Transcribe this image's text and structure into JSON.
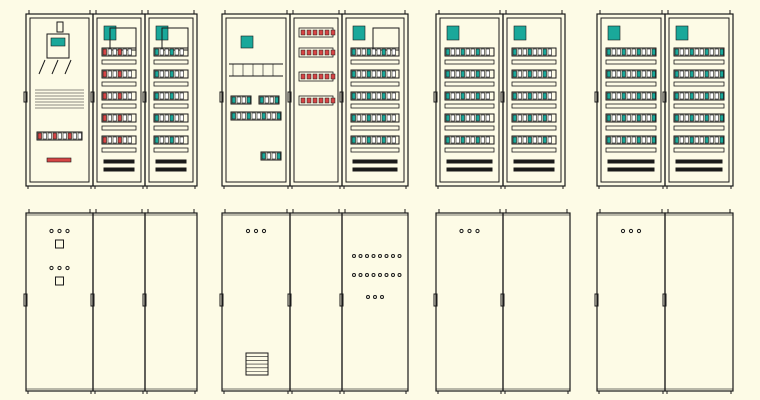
{
  "colors": {
    "background": "#fdfbe6",
    "line": "#1a1a1a",
    "equipment_red": "#d64545",
    "equipment_teal": "#1aa89a",
    "equipment_gray": "#777777"
  },
  "front_views": [
    {
      "id": "lineup-1",
      "sections": 3,
      "equipment": [
        "breaker-unit",
        "terminal-rows",
        "device-rows",
        "device-rows"
      ]
    },
    {
      "id": "lineup-2",
      "sections": 3,
      "equipment": [
        "meter-panel",
        "device-rows",
        "relay-panel",
        "device-rows"
      ]
    },
    {
      "id": "lineup-3",
      "sections": 2,
      "equipment": [
        "device-rows",
        "device-rows"
      ]
    },
    {
      "id": "lineup-4",
      "sections": 2,
      "equipment": [
        "device-rows",
        "device-rows"
      ]
    }
  ],
  "door_views": [
    {
      "id": "doors-1",
      "sections": 3,
      "door_features": [
        "indicator-lamps",
        "push-buttons"
      ]
    },
    {
      "id": "doors-2",
      "sections": 3,
      "door_features": [
        "indicator-lamps",
        "lamp-array",
        "nameplate"
      ]
    },
    {
      "id": "doors-3",
      "sections": 2,
      "door_features": [
        "indicator-lamps"
      ]
    },
    {
      "id": "doors-4",
      "sections": 2,
      "door_features": [
        "indicator-lamps"
      ]
    }
  ]
}
